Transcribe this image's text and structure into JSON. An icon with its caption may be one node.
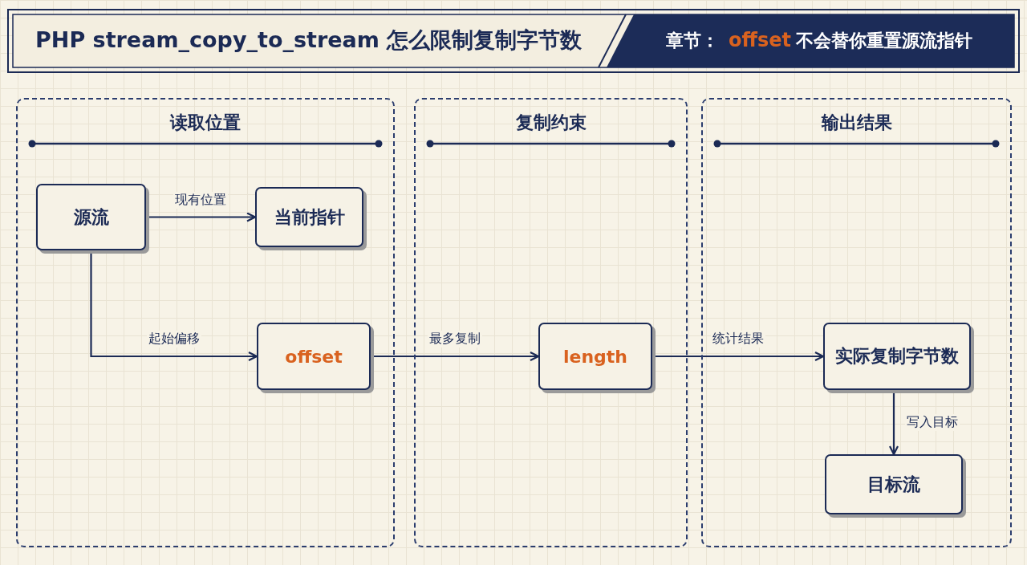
{
  "diagram": {
    "title": "PHP stream_copy_to_stream 怎么限制复制字节数",
    "nodes": [
      {
        "text": [
          "读取位置"
        ]
      },
      {
        "text": [
          "复制约束"
        ]
      },
      {
        "text": [
          "输出结果"
        ]
      },
      {
        "text": [
          "源流"
        ],
        "in": 0
      },
      {
        "text": [
          "当前指针"
        ],
        "in": 0
      },
      {
        "text": [
          "offset"
        ],
        "in": 0
      },
      {
        "text": [
          "length"
        ],
        "in": 1
      },
      {
        "text": [
          "实际复制字节数"
        ],
        "in": 2
      },
      {
        "text": [
          "目标流"
        ],
        "in": 2
      }
    ],
    "edges": [
      {
        "from": 3,
        "to": 4,
        "arrow": "to",
        "label": "现有位置"
      },
      {
        "from": 3,
        "to": 5,
        "arrow": "to",
        "label": "起始偏移"
      },
      {
        "from": 5,
        "to": 6,
        "arrow": "to",
        "label": "最多复制"
      },
      {
        "from": 6,
        "to": 7,
        "arrow": "to",
        "label": "统计结果"
      },
      {
        "from": 7,
        "to": 8,
        "arrow": "to",
        "label": "写入目标"
      }
    ],
    "labels": [
      "章节：",
      "offset",
      "不会替你重置源流指针"
    ]
  }
}
